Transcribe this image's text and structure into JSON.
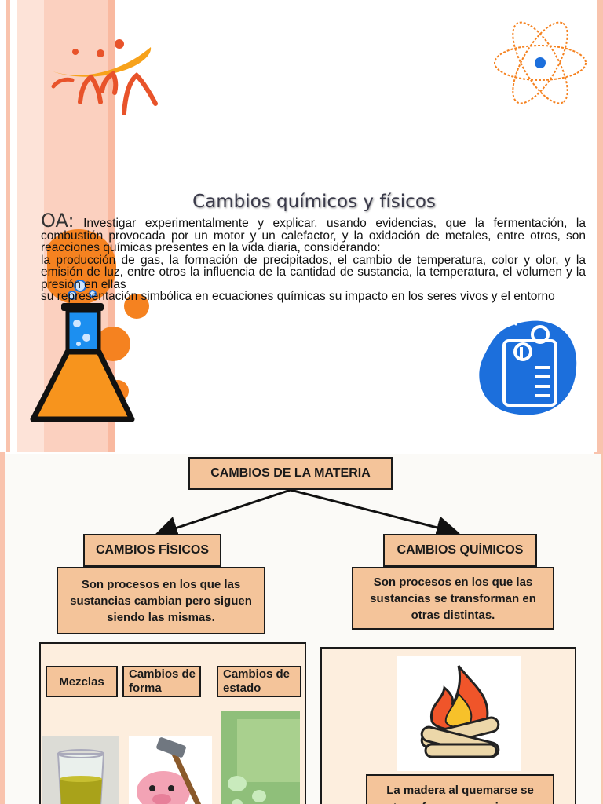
{
  "slide": {
    "title": "Cambios químicos y físicos",
    "oa_label": "OA:",
    "oa_lines": [
      "Investigar experimentalmente y explicar, usando evidencias, que la fermentación, la combustión provocada por un motor y un calefactor, y la oxidación de metales, entre otros, son reacciones químicas presentes en la vida diaria, considerando:",
      "la producción de gas, la formación de precipitados, el cambio de temperatura, color y olor, y la emisión de luz, entre otros la influencia de la cantidad de sustancia, la temperatura, el volumen y la presión en ellas",
      "su representación simbólica en ecuaciones químicas su impacto en los seres vivos y el entorno"
    ],
    "colors": {
      "orange": "#f58220",
      "blue": "#1c6fdc",
      "stripe": "#f9c3ad"
    },
    "icons": [
      "logo-icon",
      "atom-icon",
      "flask-icon",
      "beaker-icon"
    ]
  },
  "concept_map": {
    "root": "CAMBIOS DE LA MATERIA",
    "physical": {
      "title": "CAMBIOS FÍSICOS",
      "description": "Son procesos en los que las sustancias cambian pero siguen siendo las mismas.",
      "types": [
        "Mezclas",
        "Cambios de forma",
        "Cambios de estado"
      ]
    },
    "chemical": {
      "title": "CAMBIOS QUÍMICOS",
      "description": "Son procesos en los que las sustancias se transforman en otras distintas.",
      "example": "La madera al quemarse se transforma en cenizas y"
    },
    "colors": {
      "box": "#f4c49a",
      "panel": "#fdeede"
    }
  }
}
